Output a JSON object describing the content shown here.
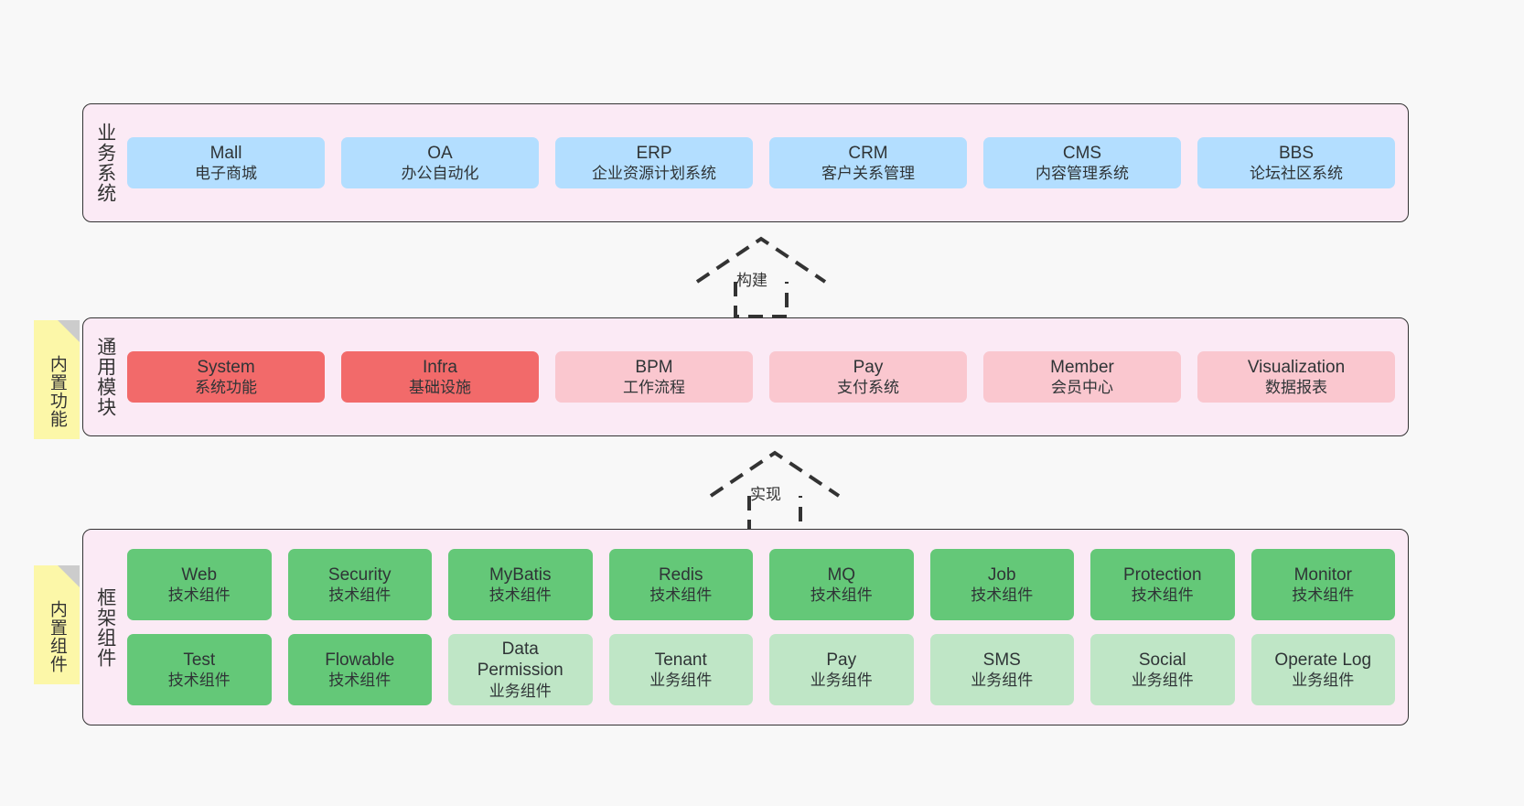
{
  "layers": [
    {
      "id": "business",
      "title": "业务系统",
      "rows": [
        [
          {
            "name": "Mall",
            "sub": "电子商城",
            "color": "blue"
          },
          {
            "name": "OA",
            "sub": "办公自动化",
            "color": "blue"
          },
          {
            "name": "ERP",
            "sub": "企业资源计划系统",
            "color": "blue"
          },
          {
            "name": "CRM",
            "sub": "客户关系管理",
            "color": "blue"
          },
          {
            "name": "CMS",
            "sub": "内容管理系统",
            "color": "blue"
          },
          {
            "name": "BBS",
            "sub": "论坛社区系统",
            "color": "blue"
          }
        ]
      ]
    },
    {
      "id": "common",
      "title": "通用模块",
      "note": "内置功能",
      "rows": [
        [
          {
            "name": "System",
            "sub": "系统功能",
            "color": "red"
          },
          {
            "name": "Infra",
            "sub": "基础设施",
            "color": "red"
          },
          {
            "name": "BPM",
            "sub": "工作流程",
            "color": "pink"
          },
          {
            "name": "Pay",
            "sub": "支付系统",
            "color": "pink"
          },
          {
            "name": "Member",
            "sub": "会员中心",
            "color": "pink"
          },
          {
            "name": "Visualization",
            "sub": "数据报表",
            "color": "pink"
          }
        ]
      ]
    },
    {
      "id": "framework",
      "title": "框架组件",
      "note": "内置组件",
      "rows": [
        [
          {
            "name": "Web",
            "sub": "技术组件",
            "color": "green"
          },
          {
            "name": "Security",
            "sub": "技术组件",
            "color": "green"
          },
          {
            "name": "MyBatis",
            "sub": "技术组件",
            "color": "green"
          },
          {
            "name": "Redis",
            "sub": "技术组件",
            "color": "green"
          },
          {
            "name": "MQ",
            "sub": "技术组件",
            "color": "green"
          },
          {
            "name": "Job",
            "sub": "技术组件",
            "color": "green"
          },
          {
            "name": "Protection",
            "sub": "技术组件",
            "color": "green"
          },
          {
            "name": "Monitor",
            "sub": "技术组件",
            "color": "green"
          }
        ],
        [
          {
            "name": "Test",
            "sub": "技术组件",
            "color": "green"
          },
          {
            "name": "Flowable",
            "sub": "技术组件",
            "color": "green"
          },
          {
            "name": "Data Permission",
            "sub": "业务组件",
            "color": "greenlight"
          },
          {
            "name": "Tenant",
            "sub": "业务组件",
            "color": "greenlight"
          },
          {
            "name": "Pay",
            "sub": "业务组件",
            "color": "greenlight"
          },
          {
            "name": "SMS",
            "sub": "业务组件",
            "color": "greenlight"
          },
          {
            "name": "Social",
            "sub": "业务组件",
            "color": "greenlight"
          },
          {
            "name": "Operate Log",
            "sub": "业务组件",
            "color": "greenlight"
          }
        ]
      ]
    }
  ],
  "connectors": [
    {
      "id": "build",
      "label": "构建"
    },
    {
      "id": "implement",
      "label": "实现"
    }
  ],
  "colors": {
    "blue": "#b3deff",
    "red": "#f26a6a",
    "pink": "#fac7cf",
    "green": "#64c878",
    "green_light": "#bfe6c6",
    "layer_bg": "#fbeaf5",
    "note_bg": "#fcf7a8",
    "canvas_bg": "#f8f8f8",
    "border": "#333333"
  }
}
